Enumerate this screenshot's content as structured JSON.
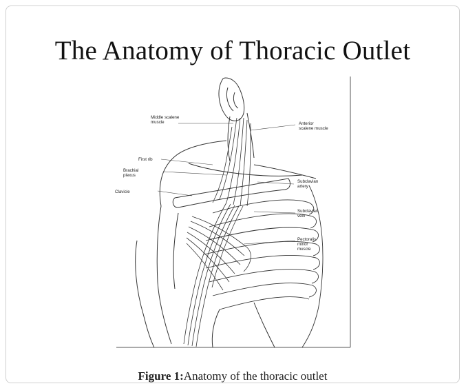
{
  "figure": {
    "title": "The Anatomy of Thoracic Outlet",
    "labels": {
      "middle_scalene": [
        "Middle scalene",
        "muscle"
      ],
      "first_rib": "First rib",
      "brachial_plexus": [
        "Brachial",
        "plexus"
      ],
      "clavicle": "Clavicle",
      "anterior_scalene": [
        "Anterior",
        "scalene muscle"
      ],
      "subclavian_artery": [
        "Subclavian",
        "artery"
      ],
      "subclavian_vein": [
        "Subclavian",
        "vein"
      ],
      "pectoralis_minor": [
        "Pectoralis",
        "minor",
        "muscle"
      ]
    }
  },
  "caption": {
    "label": "Figure 1:",
    "text": "Anatomy of the thoracic outlet"
  },
  "colors": {
    "line": "#333333",
    "border": "#cfcfcf"
  }
}
